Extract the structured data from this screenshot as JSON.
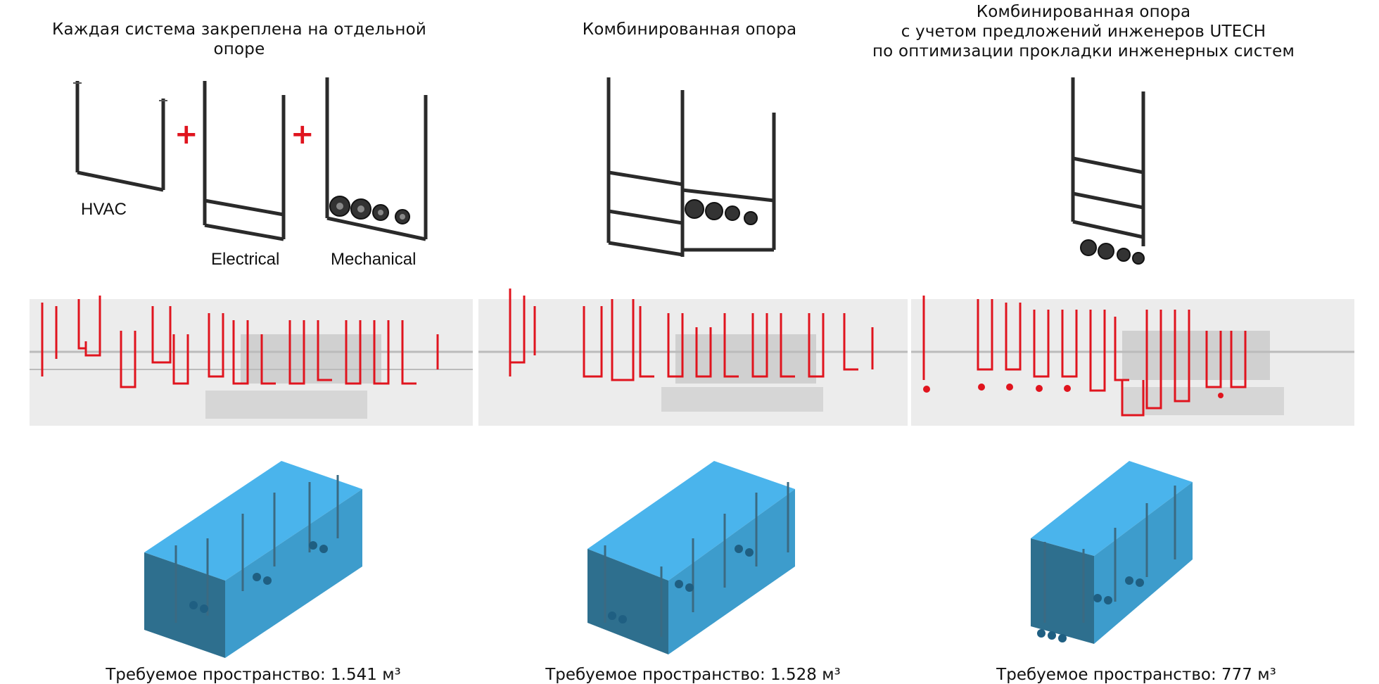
{
  "columns": [
    {
      "title_lines": [
        "Каждая система закреплена на отдельной опоре"
      ],
      "labels": {
        "hvac": "HVAC",
        "electrical": "Electrical",
        "mechanical": "Mechanical"
      },
      "plus_sign": "+",
      "caption": "Требуемое пространство: 1.541 м³"
    },
    {
      "title_lines": [
        "Комбинированная опора"
      ],
      "caption": "Требуемое пространство: 1.528 м³"
    },
    {
      "title_lines": [
        "Комбинированная опора",
        "с учетом предложений инженеров UTECH",
        "по оптимизации прокладки инженерных систем"
      ],
      "caption": "Требуемое пространство: 777 м³"
    }
  ],
  "colors": {
    "support_frame": "#2a2a2a",
    "highlight_red": "#e0141e",
    "volume_blue": "#4ab4ec",
    "volume_dark": "#2e6f8e",
    "model_gray": "#cfcfcf"
  }
}
